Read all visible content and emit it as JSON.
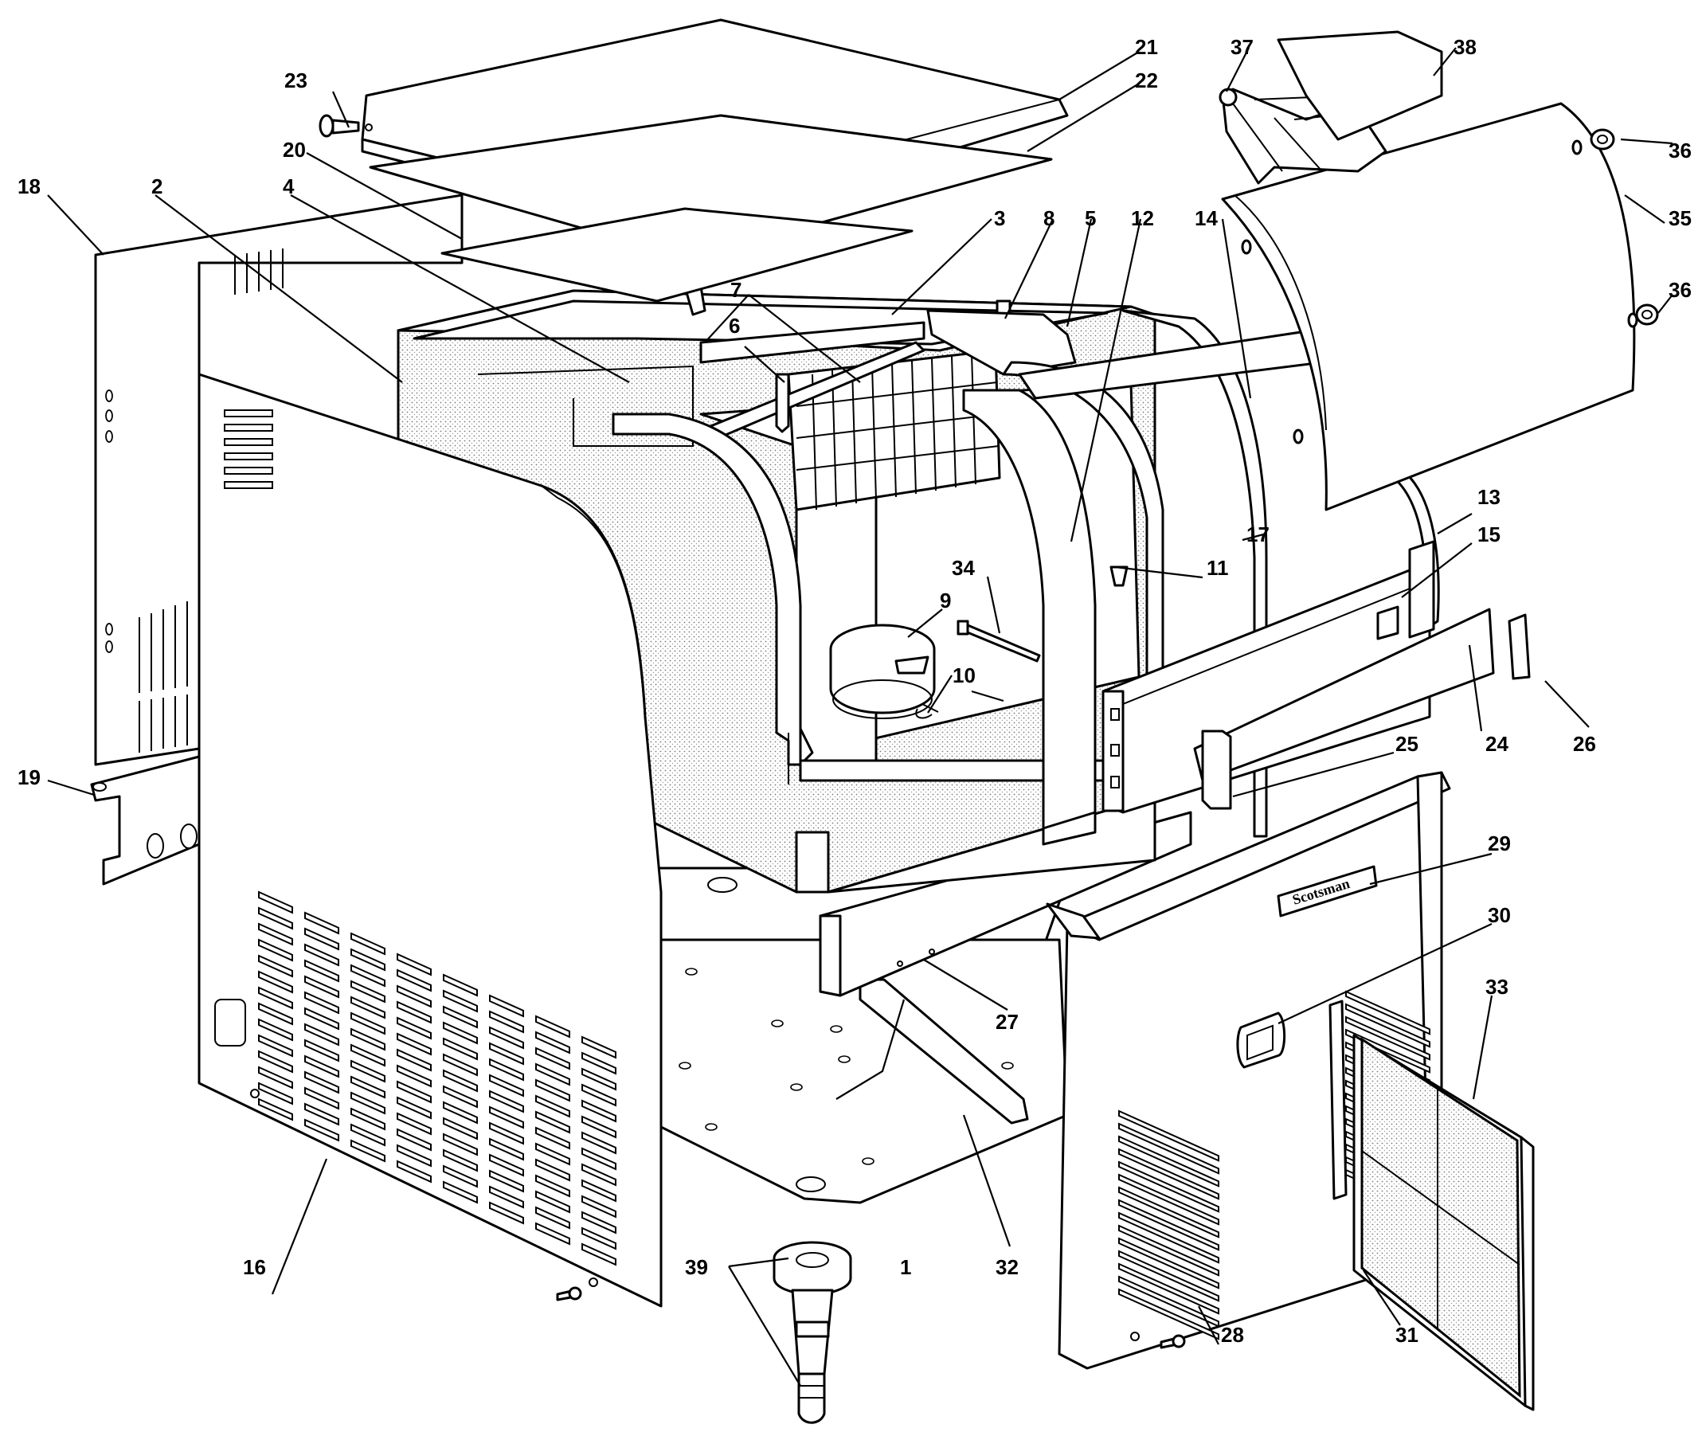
{
  "callouts": [
    {
      "id": "l1",
      "text": "1"
    },
    {
      "id": "l2",
      "text": "2"
    },
    {
      "id": "l3",
      "text": "3"
    },
    {
      "id": "l4",
      "text": "4"
    },
    {
      "id": "l5",
      "text": "5"
    },
    {
      "id": "l6",
      "text": "6"
    },
    {
      "id": "l7",
      "text": "7"
    },
    {
      "id": "l8",
      "text": "8"
    },
    {
      "id": "l9",
      "text": "9"
    },
    {
      "id": "l10",
      "text": "10"
    },
    {
      "id": "l11",
      "text": "11"
    },
    {
      "id": "l12",
      "text": "12"
    },
    {
      "id": "l13",
      "text": "13"
    },
    {
      "id": "l14",
      "text": "14"
    },
    {
      "id": "l15",
      "text": "15"
    },
    {
      "id": "l16",
      "text": "16"
    },
    {
      "id": "l17",
      "text": "17"
    },
    {
      "id": "l18",
      "text": "18"
    },
    {
      "id": "l19",
      "text": "19"
    },
    {
      "id": "l20",
      "text": "20"
    },
    {
      "id": "l21",
      "text": "21"
    },
    {
      "id": "l22",
      "text": "22"
    },
    {
      "id": "l23",
      "text": "23"
    },
    {
      "id": "l24",
      "text": "24"
    },
    {
      "id": "l25",
      "text": "25"
    },
    {
      "id": "l26",
      "text": "26"
    },
    {
      "id": "l27",
      "text": "27"
    },
    {
      "id": "l28",
      "text": "28"
    },
    {
      "id": "l29",
      "text": "29"
    },
    {
      "id": "l30",
      "text": "30"
    },
    {
      "id": "l31",
      "text": "31"
    },
    {
      "id": "l32",
      "text": "32"
    },
    {
      "id": "l33",
      "text": "33"
    },
    {
      "id": "l34",
      "text": "34"
    },
    {
      "id": "l35",
      "text": "35"
    },
    {
      "id": "l36a",
      "text": "36"
    },
    {
      "id": "l36b",
      "text": "36"
    },
    {
      "id": "l37",
      "text": "37"
    },
    {
      "id": "l38",
      "text": "38"
    },
    {
      "id": "l39",
      "text": "39"
    }
  ],
  "brand": {
    "logo_text": "Scotsman"
  }
}
